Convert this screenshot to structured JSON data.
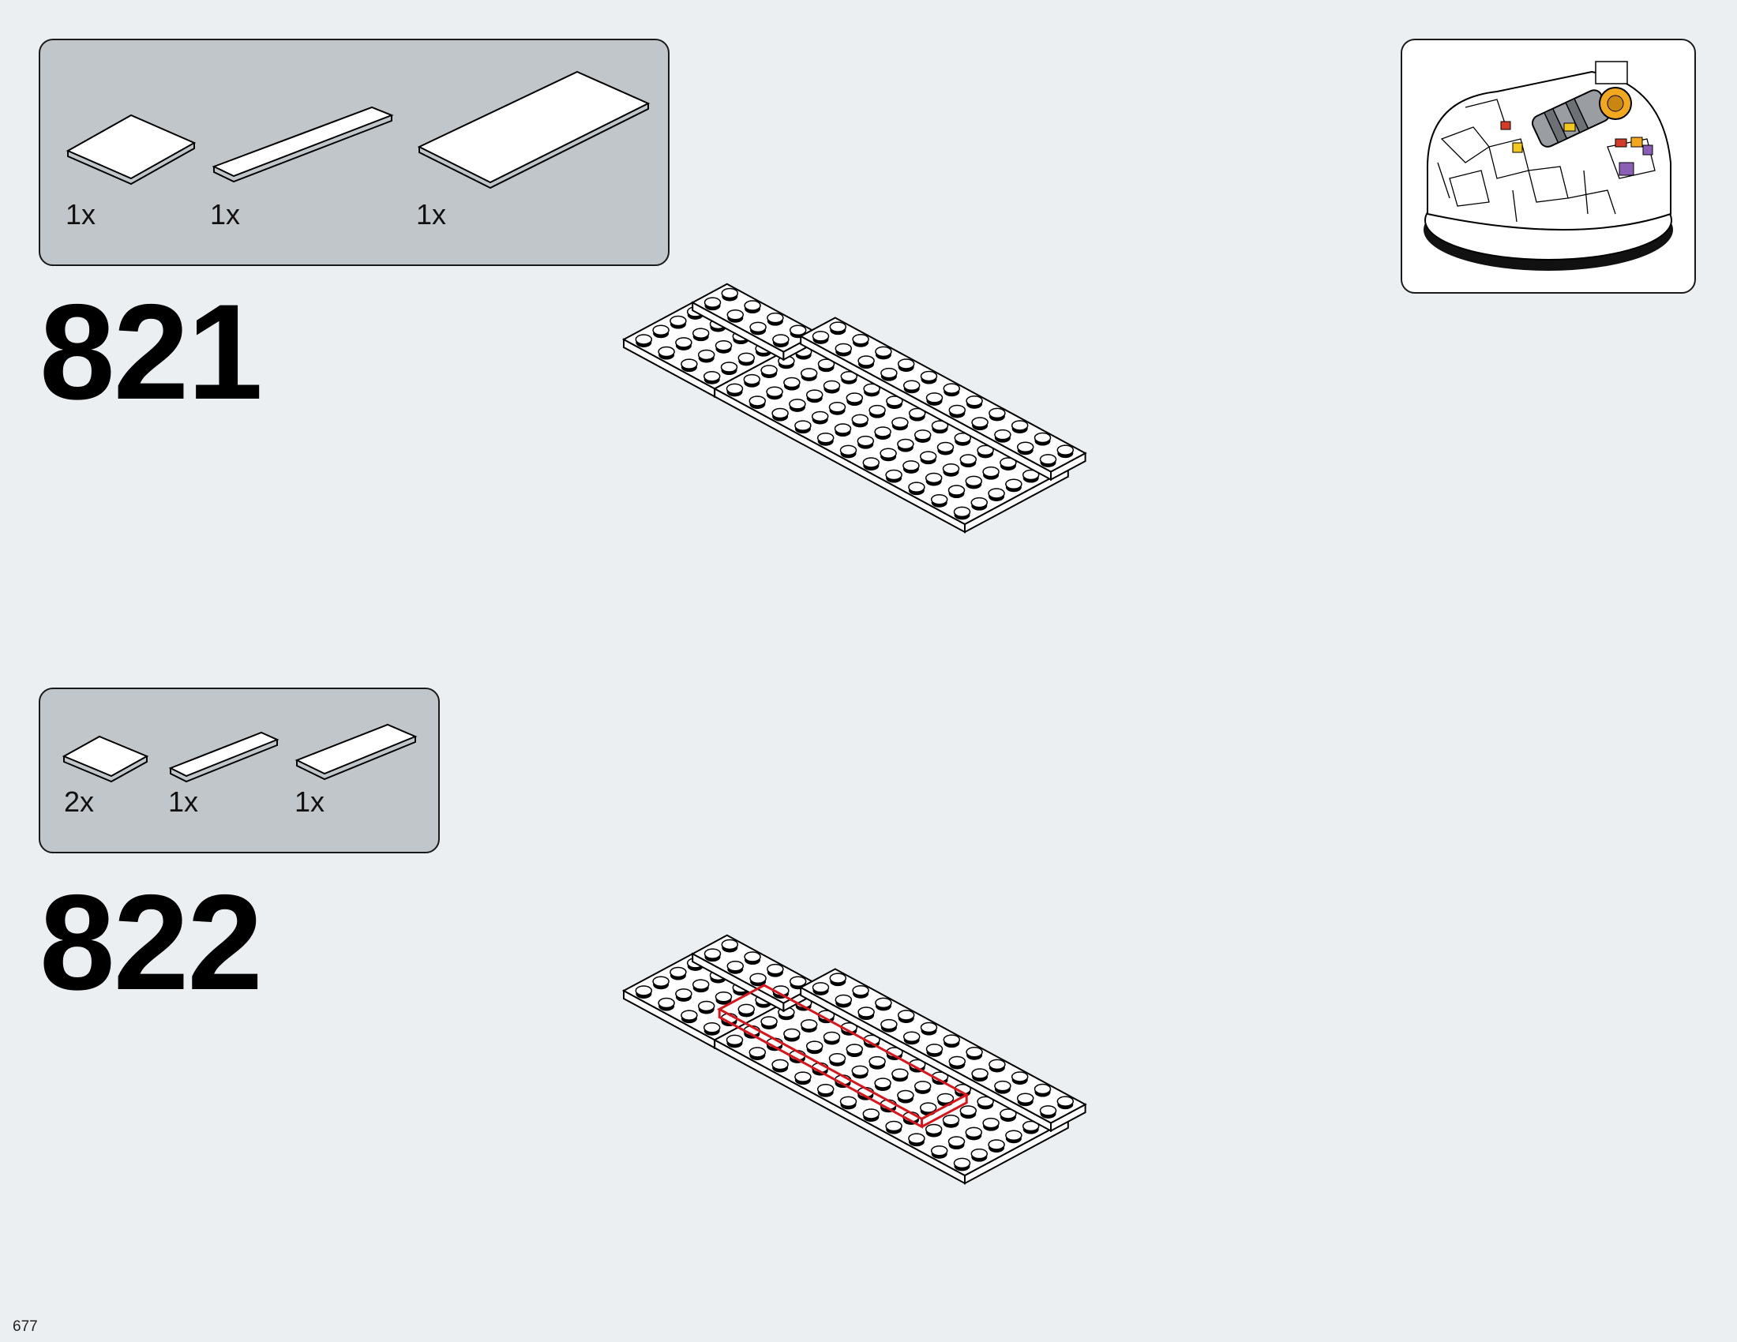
{
  "page": {
    "number": "677"
  },
  "steps": [
    {
      "number": "821",
      "parts": [
        {
          "quantity": "1x",
          "part": "plate-4x6-white"
        },
        {
          "quantity": "1x",
          "part": "plate-2x12-white"
        },
        {
          "quantity": "1x",
          "part": "plate-6x12-white"
        }
      ]
    },
    {
      "number": "822",
      "parts": [
        {
          "quantity": "2x",
          "part": "plate-2x3-white"
        },
        {
          "quantity": "1x",
          "part": "plate-1x6-white"
        },
        {
          "quantity": "1x",
          "part": "plate-2x6-white"
        }
      ]
    }
  ],
  "colors": {
    "background": "#ebeff2",
    "parts_box": "#c1c6cb",
    "highlight": "#d9141b",
    "brick": "#ffffff"
  }
}
